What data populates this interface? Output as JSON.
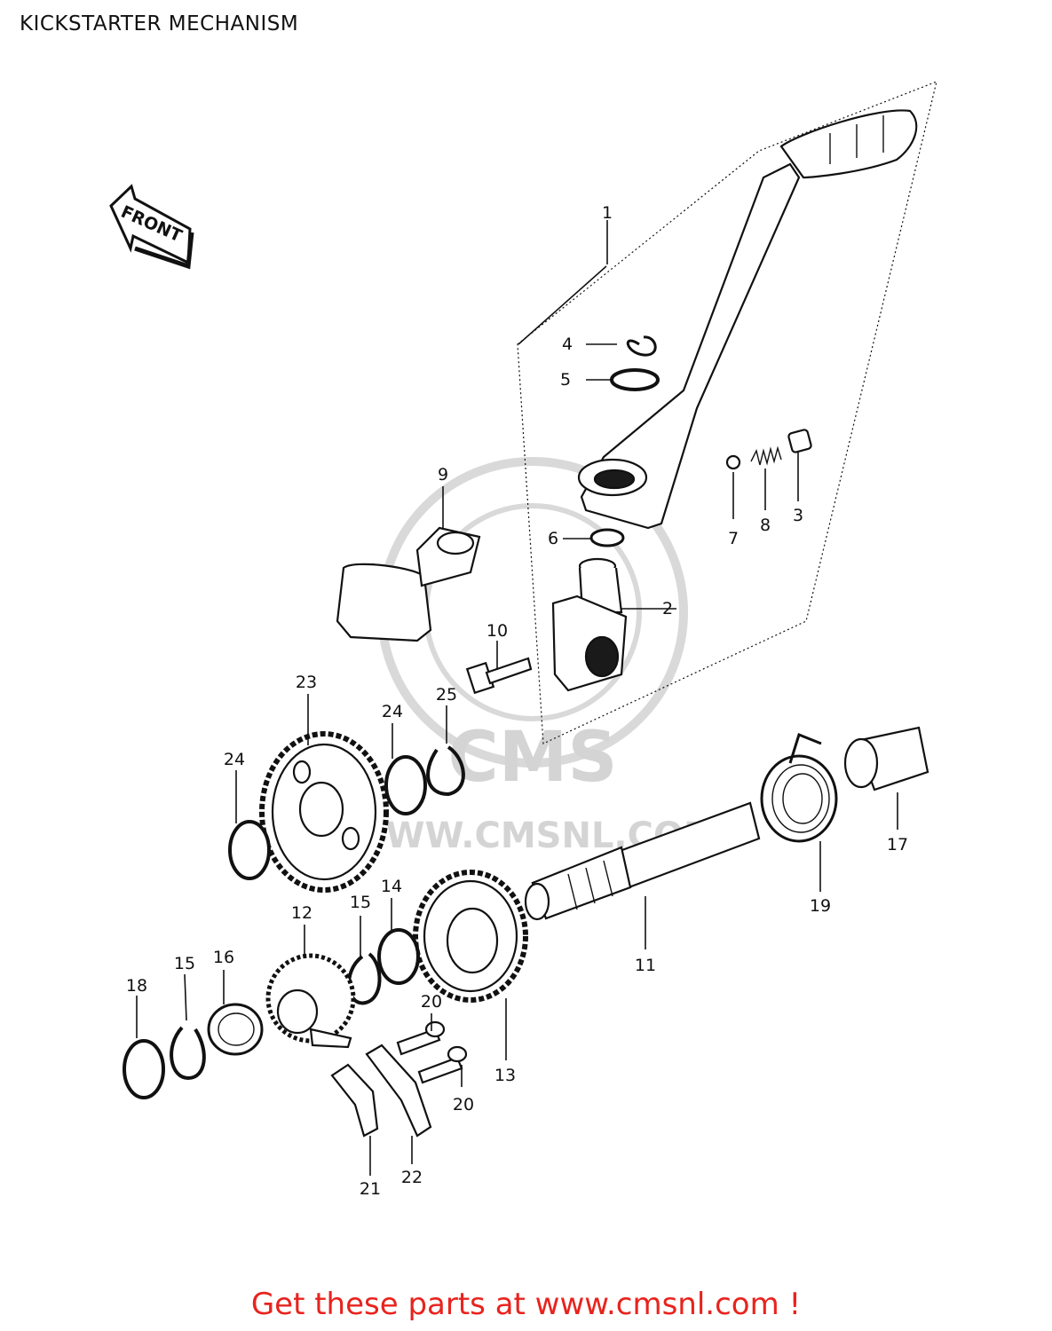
{
  "title": "KICKSTARTER MECHANISM",
  "direction_marker": "FRONT",
  "watermark": {
    "logo": "CMS",
    "url": "WWW.CMSNL.COM"
  },
  "part_numbers": [
    "1",
    "2",
    "3",
    "4",
    "5",
    "6",
    "7",
    "8",
    "9",
    "10",
    "11",
    "12",
    "13",
    "14",
    "15",
    "15",
    "16",
    "17",
    "18",
    "19",
    "20",
    "20",
    "21",
    "22",
    "23",
    "24",
    "24",
    "25"
  ],
  "footer": "Get these parts at www.cmsnl.com !",
  "colors": {
    "footer": "#e8231d",
    "line": "#111111",
    "watermark": "#d4d4d4"
  }
}
